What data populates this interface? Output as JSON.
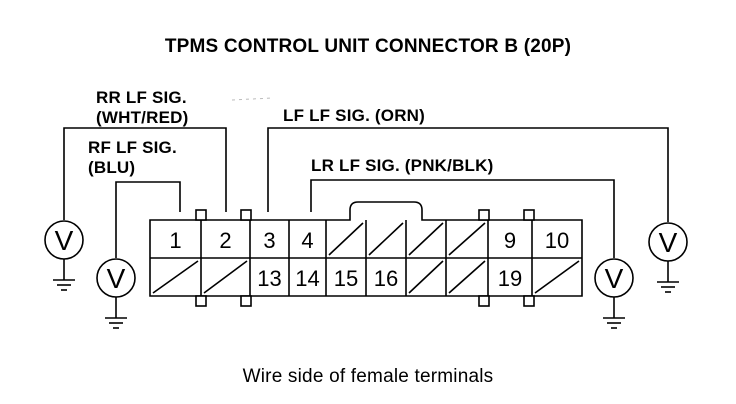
{
  "title": "TPMS CONTROL UNIT CONNECTOR B (20P)",
  "caption": "Wire side of female terminals",
  "labels": {
    "rr": {
      "line1": "RR LF SIG.",
      "line2": "(WHT/RED)"
    },
    "rf": {
      "line1": "RF LF SIG.",
      "line2": "(BLU)"
    },
    "lf": "LF LF SIG. (ORN)",
    "lr": "LR LF SIG. (PNK/BLK)"
  },
  "connector": {
    "top_row": [
      "1",
      "2",
      "3",
      "4",
      "",
      "",
      "",
      "",
      "9",
      "10"
    ],
    "bottom_row": [
      "",
      "",
      "13",
      "14",
      "15",
      "16",
      "",
      "",
      "19",
      ""
    ]
  },
  "meters": [
    {
      "symbol": "V",
      "wire": "rr"
    },
    {
      "symbol": "V",
      "wire": "rf"
    },
    {
      "symbol": "V",
      "wire": "lr"
    },
    {
      "symbol": "V",
      "wire": "lf"
    }
  ]
}
